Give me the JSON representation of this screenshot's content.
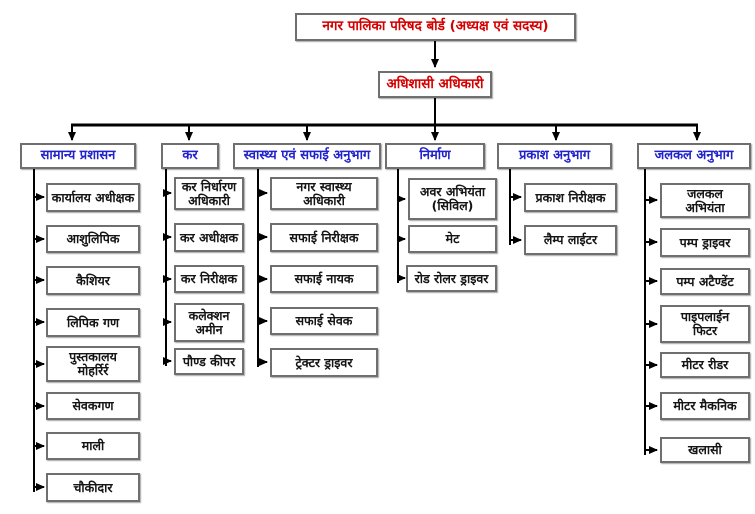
{
  "colors": {
    "board-text": "#d40000",
    "section-text": "#2222cc",
    "staff-text": "#151515",
    "connector": "#000000",
    "box-border": "#6f6f6f"
  },
  "chart": {
    "board": "नगर पालिका परिषद बोर्ड (अध्यक्ष एवं सदस्य)",
    "executive": "अधिशासी अधिकारी",
    "sections": [
      {
        "label": "सामान्य प्रशासन",
        "children": [
          "कार्यालय अधीक्षक",
          "आशुलिपिक",
          "कैशियर",
          "लिपिक गण",
          "पुस्तकालय\nमोहर्रिर्र",
          "सेवकगण",
          "माली",
          "चौकीदार"
        ]
      },
      {
        "label": "कर",
        "children": [
          "कर निर्धारण\nअधिकारी",
          "कर अधीक्षक",
          "कर निरीक्षक",
          "कलेक्शन\nअमीन",
          "पौण्ड कीपर"
        ]
      },
      {
        "label": "स्वास्थ्य एवं सफाई अनुभाग",
        "children": [
          "नगर स्वास्थ्य\nअधिकारी",
          "सफाई निरीक्षक",
          "सफाई नायक",
          "सफाई सेवक",
          "ट्रेक्टर ड्राइवर"
        ]
      },
      {
        "label": "निर्माण",
        "children": [
          "अवर अभियंता\n(सिविल)",
          "मेट",
          "रोड रोलर ड्राइवर"
        ]
      },
      {
        "label": "प्रकाश अनुभाग",
        "children": [
          "प्रकाश निरीक्षक",
          "लैम्प लाईटर"
        ]
      },
      {
        "label": "जलकल अनुभाग",
        "children": [
          "जलकल\nअभियंता",
          "पम्प ड्राइवर",
          "पम्प अटैण्डेंट",
          "पाइपलाईन\nफिटर",
          "मीटर रीडर",
          "मीटर मैकनिक",
          "खलासी"
        ]
      }
    ]
  }
}
